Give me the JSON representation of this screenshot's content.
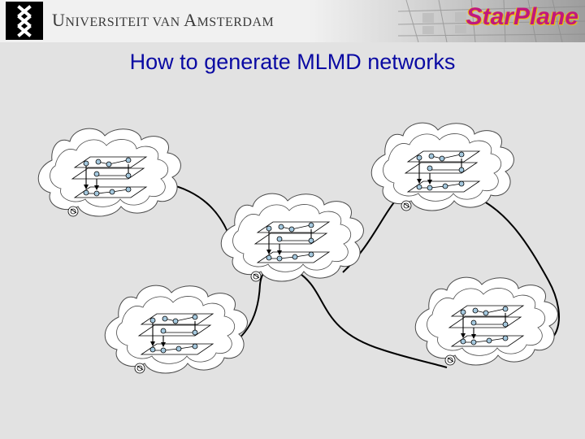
{
  "header": {
    "university_name_initial_1": "U",
    "university_name_rest_1": "NIVERSITEIT VAN ",
    "university_name_initial_2": "A",
    "university_name_rest_2": "MSTERDAM",
    "starplane_logo": "StarPlane"
  },
  "slide": {
    "title": "How to generate MLMD networks"
  },
  "colors": {
    "title": "#0a0aa3",
    "background": "#e2e2e2",
    "node_fill": "#a4c8de",
    "starplane_magenta": "#c0187e",
    "starplane_yellow": "#f2c100"
  },
  "diagram": {
    "domain_count": 5,
    "layers_per_domain": 3,
    "description_icons": [
      "cloud-icon",
      "layer-plane",
      "node-dot",
      "gateway-icon",
      "inter-domain-link"
    ]
  }
}
